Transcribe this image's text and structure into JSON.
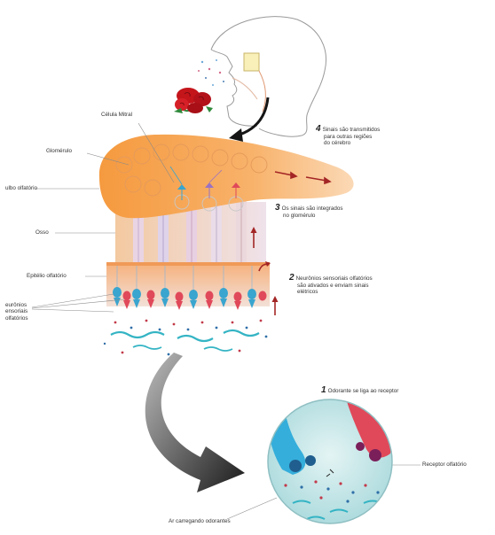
{
  "labels": {
    "mitral": "Célula Mitral",
    "glomerulus": "Glomérulo",
    "bulb": "ulbo olfatório",
    "bone": "Osso",
    "epithelium": "Epitélio olfatório",
    "neurons": [
      "eurônios",
      "ensoriais",
      "olfatórios"
    ],
    "receptor": "Receptor olfatório",
    "air": "Ar carregando odorantes"
  },
  "steps": [
    {
      "number": "1",
      "lines": [
        "Odorante se liga ao receptor"
      ]
    },
    {
      "number": "2",
      "lines": [
        "Neurônios sensoriais olfatórios",
        "são ativados e enviam sinais",
        "elétricos"
      ]
    },
    {
      "number": "3",
      "lines": [
        "Os sinais são integrados",
        "no glomérulo"
      ]
    },
    {
      "number": "4",
      "lines": [
        "Sinais são transmitidos",
        "para outras regiões",
        "do cérebro"
      ]
    }
  ],
  "colors": {
    "bulb": "#f6a657",
    "epithelium": "#f4a46c",
    "neuron_blue": "#3aa5cf",
    "neuron_red": "#e0495a",
    "arrow_red": "#a32525",
    "zoom_bg": "#c7e8ea",
    "rose": "#c4151b"
  },
  "icons": [
    "head-profile-icon",
    "rose-icon",
    "curved-arrow-icon",
    "zoom-arrow-icon",
    "zoom-circle-icon"
  ]
}
